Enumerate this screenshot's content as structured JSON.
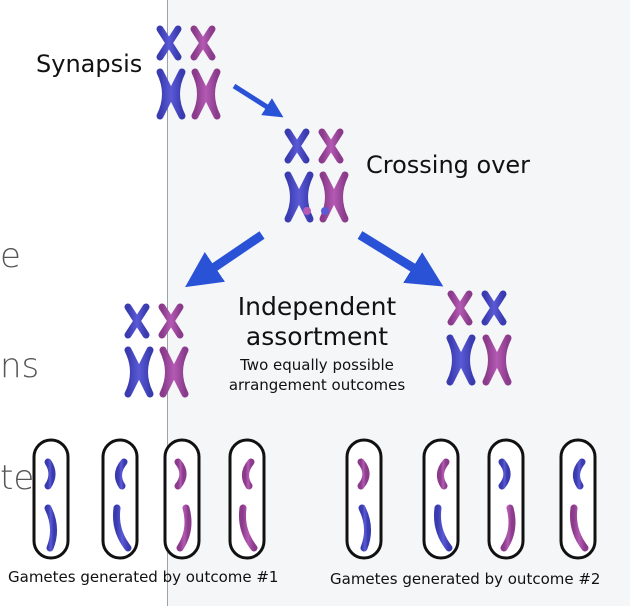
{
  "background_text": {
    "line1": "e",
    "line2": "ns",
    "line3": "te"
  },
  "labels": {
    "synapsis": "Synapsis",
    "crossing_over": "Crossing over",
    "independent_assortment_line1": "Independent",
    "independent_assortment_line2": "assortment",
    "outcomes_line1": "Two equally possible",
    "outcomes_line2": "arrangement outcomes",
    "gametes_outcome_1": "Gametes generated by outcome #1",
    "gametes_outcome_2": "Gametes generated by outcome #2"
  },
  "colors": {
    "blue_chromosome": "#4f4fc7",
    "purple_chromosome": "#a94aa6",
    "arrow": "#2a52d6",
    "capsule_outline": "#111111",
    "divider": "#9aa3a8"
  }
}
